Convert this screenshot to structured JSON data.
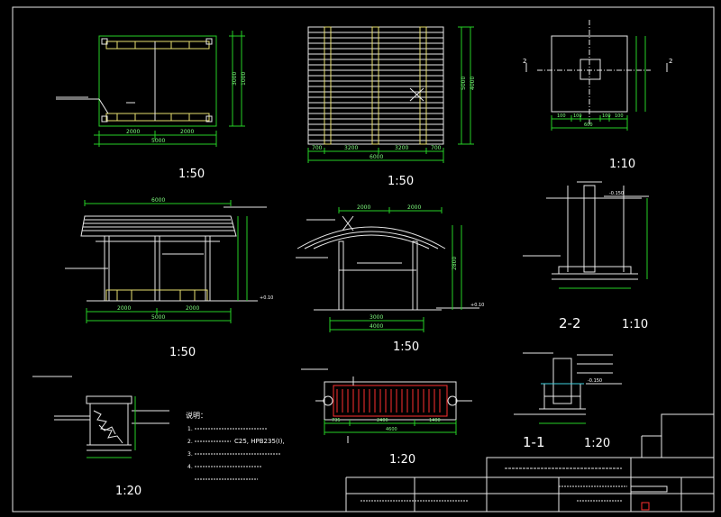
{
  "views": {
    "pavilion_plan": {
      "scale": "1:50"
    },
    "pavilion_roof_plan": {
      "scale": "1:50"
    },
    "column_foundation_plan": {
      "scale": "1:10"
    },
    "pavilion_front_elevation": {
      "scale": "1:50"
    },
    "pavilion_side_elevation": {
      "scale": "1:50"
    },
    "section_2_2": {
      "title": "2-2",
      "scale": "1:10"
    },
    "base_plan": {
      "scale": "1:20"
    },
    "section_1_1": {
      "title": "1-1",
      "scale": "1:20"
    },
    "seat_section": {
      "scale": "1:20"
    }
  },
  "notes": {
    "heading": "说明：",
    "line1": "1.",
    "line2": "2.",
    "line3": "C25, HPB235(I),",
    "line4": "3.",
    "line5": "4."
  },
  "dimensions": {
    "plan_bottom_left": "2000",
    "plan_bottom_right": "2000",
    "plan_total": "5000",
    "plan_right_a": "3000",
    "plan_right_b": "1000",
    "roof_bottom_1": "700",
    "roof_bottom_2": "3200",
    "roof_bottom_3": "3200",
    "roof_bottom_4": "700",
    "roof_total": "6000",
    "roof_right_a": "5000",
    "roof_right_b": "4000",
    "found_a": "100",
    "found_b": "100",
    "found_c": "100",
    "found_d": "100",
    "found_total": "600",
    "front_top": "6000",
    "front_bottom_1": "2000",
    "front_bottom_2": "2000",
    "front_total": "5000",
    "side_top_1": "2000",
    "side_top_2": "2000",
    "side_bottom": "3000",
    "side_total": "4000",
    "side_right": "2800",
    "elev_level": "+0.10",
    "base_total": "4600",
    "base_1": "735",
    "base_2": "2400",
    "base_3": "1400",
    "sec22_level": "-0.150",
    "sec11_level": "-0.150"
  },
  "section_markers": {
    "left": "2",
    "right": "2"
  },
  "title_block": {
    "company": "",
    "drawing_title": ""
  }
}
